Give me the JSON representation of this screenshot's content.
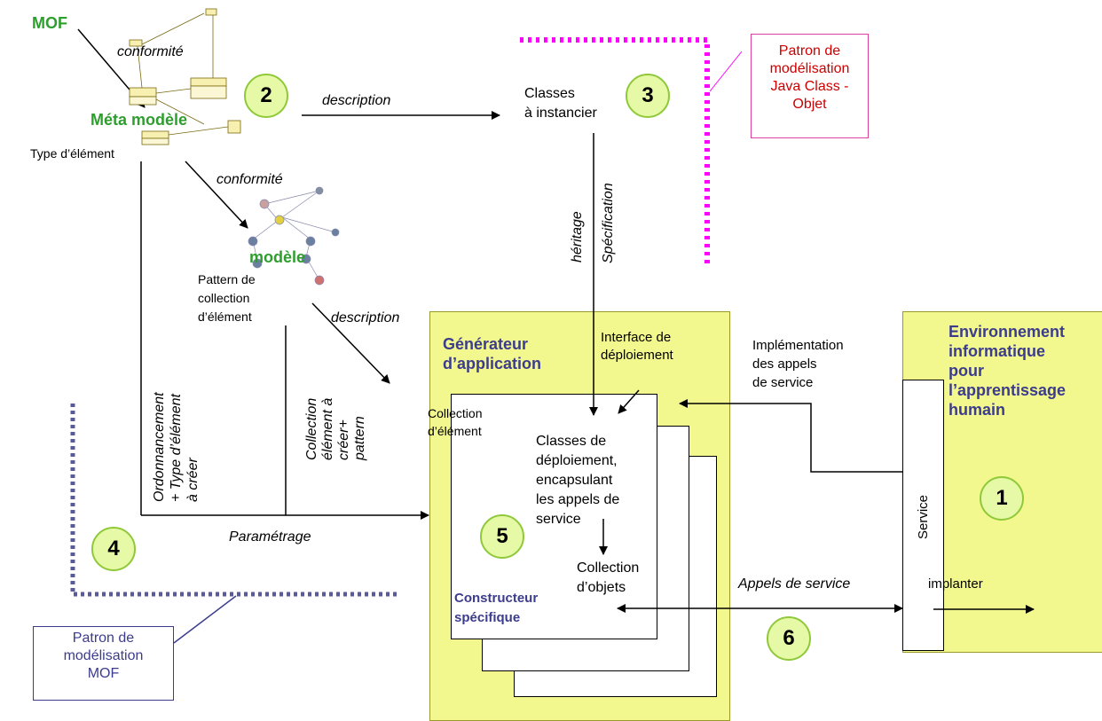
{
  "labels": {
    "mof": "MOF",
    "conformite_1": "conformité",
    "meta_modele": "Méta modèle",
    "type_element": "Type d’élément",
    "description_1": "description",
    "classes_instancier": "Classes\nà instancier",
    "conformite_2": "conformité",
    "modele": "modèle",
    "pattern_collection": "Pattern de\ncollection\nd’élément",
    "description_2": "description",
    "heritage": "héritage",
    "specification": "Spécification",
    "ordonnancement": "Ordonnancement\n+ Type d’élément\nà créer",
    "collection_element_creer": "Collection\nélément à\ncréer+\npattern",
    "parametrage": "Paramétrage",
    "generateur": "Générateur\nd’application",
    "interface_deploiement": "Interface de\ndéploiement",
    "collection_element": "Collection\nd’élément",
    "classes_deploiement": "Classes de\ndéploiement,\nencapsulant\nles appels de\nservice",
    "collection_objets": "Collection\nd’objets",
    "constructeur": "Constructeur\nspécifique",
    "implementation": "Implémentation\ndes appels\nde service",
    "environnement": "Environnement\ninformatique\npour\nl’apprentissage\nhumain",
    "service": "Service",
    "appels_service": "Appels de service",
    "implanter": "implanter",
    "patron_java": "Patron de\nmodélisation\nJava Class -\nObjet",
    "patron_mof": "Patron de\nmodélisation\nMOF"
  },
  "circles": {
    "c1": "1",
    "c2": "2",
    "c3": "3",
    "c4": "4",
    "c5": "5",
    "c6": "6"
  },
  "colors": {
    "green_text": "#2e9e2e",
    "blue_text": "#3c3c8c",
    "yellow_fill": "#f3f88e",
    "circle_fill": "#e6f9a6",
    "magenta_dotted": "#ff00ff",
    "navy_dotted": "#5a5a9a",
    "red_text": "#cc0000"
  }
}
